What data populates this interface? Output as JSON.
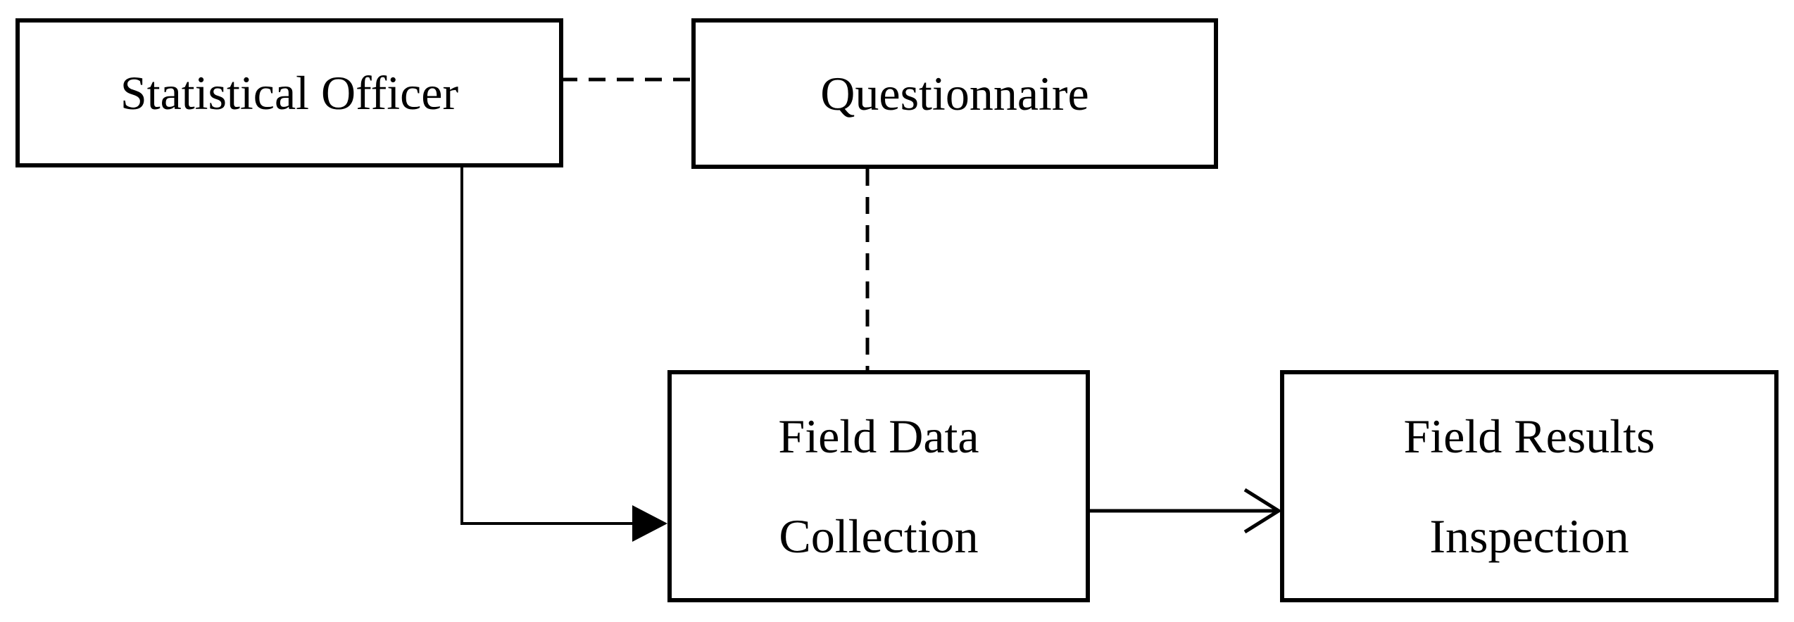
{
  "nodes": {
    "statistical_officer": {
      "label": "Statistical Officer"
    },
    "questionnaire": {
      "label": "Questionnaire"
    },
    "field_data_collection": {
      "line1": "Field Data",
      "line2": "Collection"
    },
    "field_results_inspection": {
      "line1": "Field Results",
      "line2": "Inspection"
    }
  },
  "edges": [
    {
      "from": "statistical_officer",
      "to": "questionnaire",
      "style": "dashed",
      "arrow": "none"
    },
    {
      "from": "questionnaire",
      "to": "field_data_collection",
      "style": "dashed",
      "arrow": "none"
    },
    {
      "from": "statistical_officer",
      "to": "field_data_collection",
      "style": "solid",
      "arrow": "filled-triangle"
    },
    {
      "from": "field_data_collection",
      "to": "field_results_inspection",
      "style": "solid",
      "arrow": "open-chevron"
    }
  ],
  "colors": {
    "stroke": "#000000",
    "background": "#ffffff"
  }
}
